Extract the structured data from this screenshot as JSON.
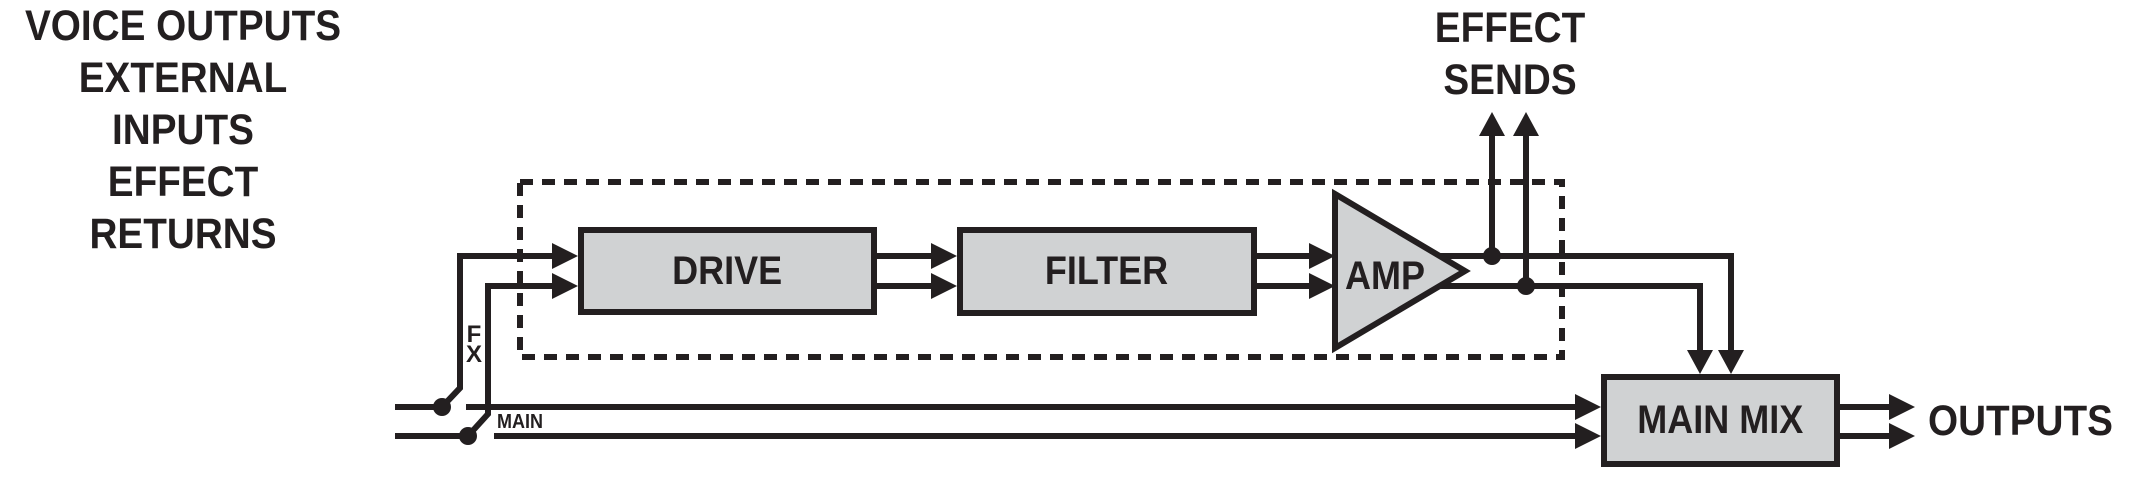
{
  "colors": {
    "background": "#ffffff",
    "line": "#231f20",
    "box_fill": "#d0d2d3"
  },
  "diagram": {
    "input_labels": [
      "VOICE OUTPUTS",
      "EXTERNAL INPUTS",
      "EFFECT RETURNS"
    ],
    "bus_labels": {
      "fx": "FX",
      "main": "MAIN"
    },
    "blocks": {
      "drive": "DRIVE",
      "filter": "FILTER",
      "amp": "AMP",
      "main_mix": "MAIN MIX"
    },
    "effect_sends_label": [
      "EFFECT",
      "SENDS"
    ],
    "outputs_label": "OUTPUTS"
  }
}
